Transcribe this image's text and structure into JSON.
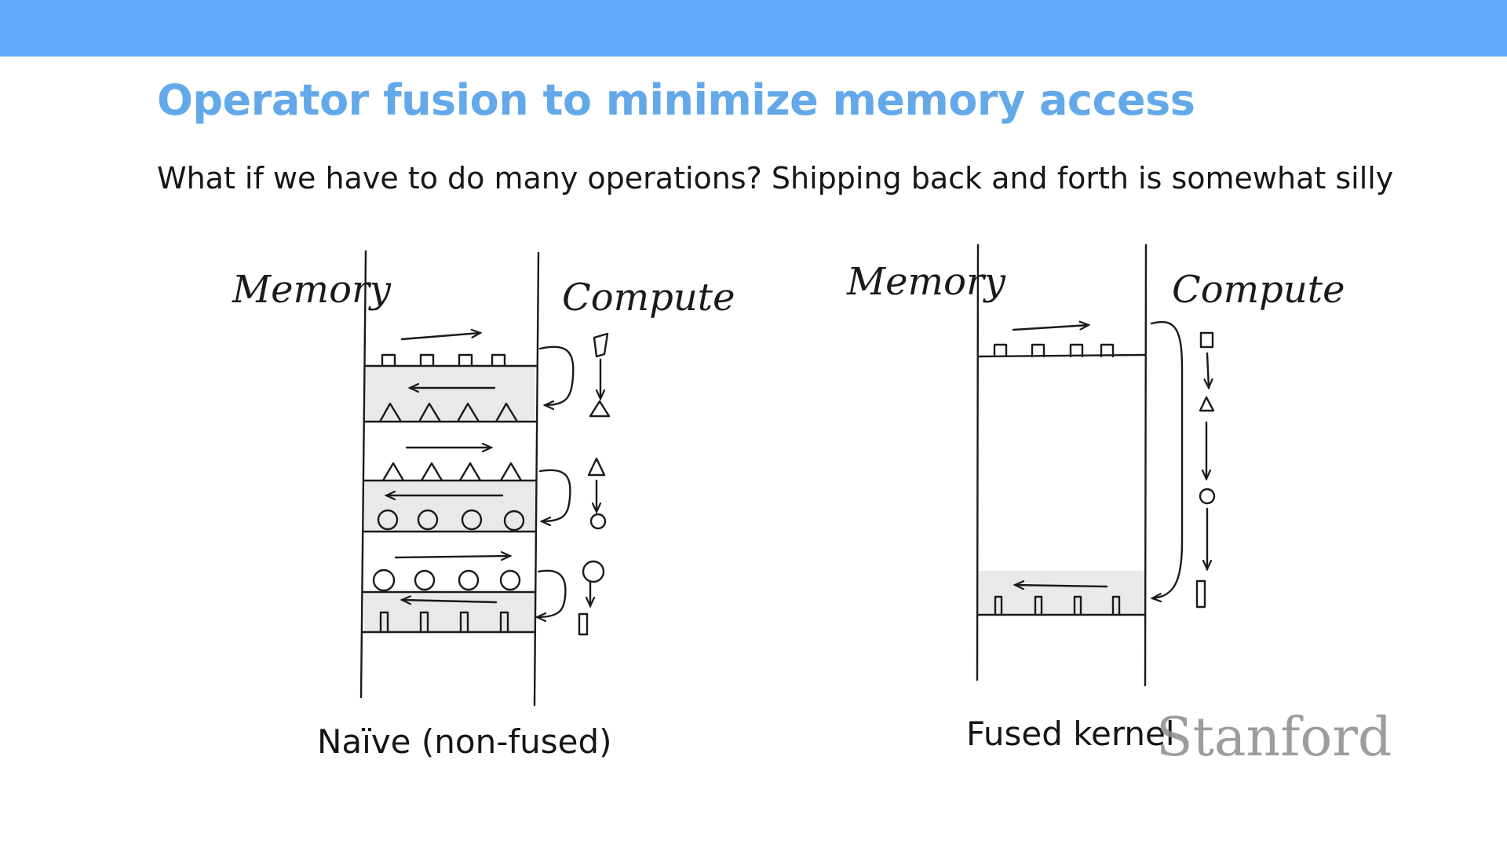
{
  "slide": {
    "title": "Operator fusion to minimize memory access",
    "subtitle": "What if we have to do many operations? Shipping back and forth is somewhat silly"
  },
  "diagrams": {
    "naive": {
      "memory_label": "Memory",
      "compute_label": "Compute",
      "caption": "Naïve (non-fused)"
    },
    "fused": {
      "memory_label": "Memory",
      "compute_label": "Compute",
      "caption": "Fused kernel"
    }
  },
  "watermark": {
    "text": "Stanford"
  },
  "colors": {
    "top_bar": "#62aaf7",
    "title": "#63a9e9",
    "ink": "#1a1a1a",
    "shade": "#e9e9e9",
    "watermark": "#8d8d8d"
  }
}
